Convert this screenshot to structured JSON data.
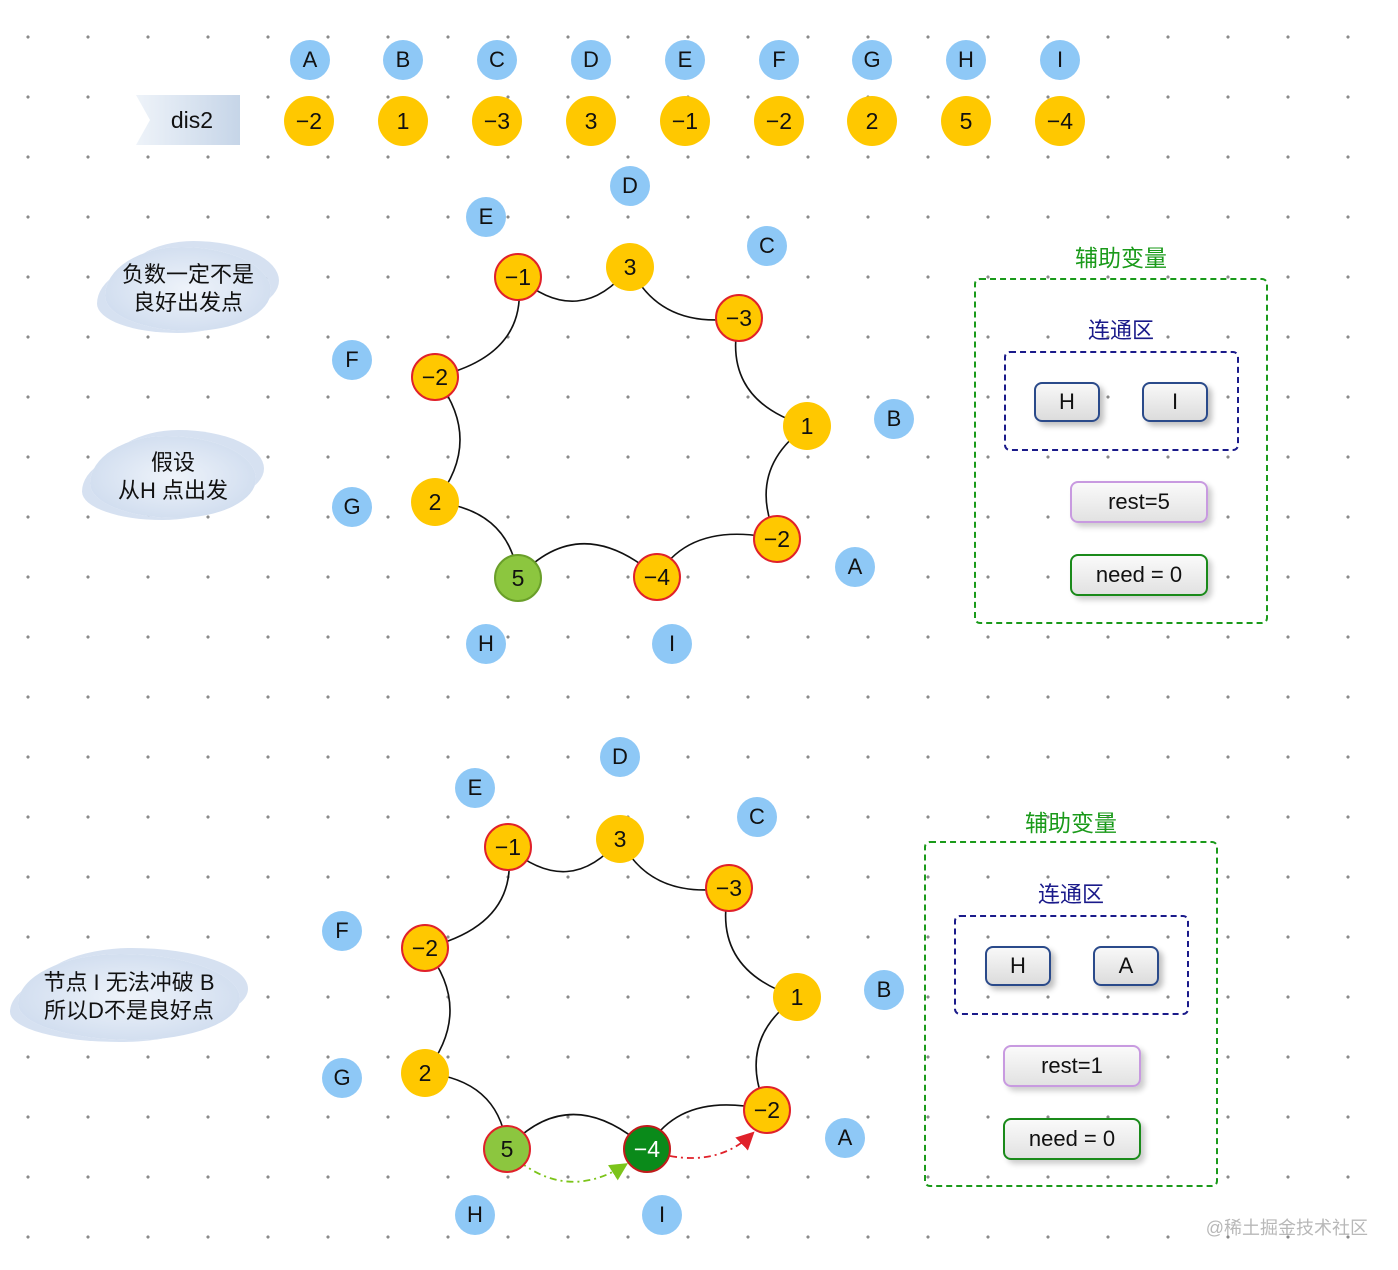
{
  "header": {
    "row_label": "dis2",
    "labels": [
      "A",
      "B",
      "C",
      "D",
      "E",
      "F",
      "G",
      "H",
      "I"
    ],
    "values": [
      "−2",
      "1",
      "−3",
      "3",
      "−1",
      "−2",
      "2",
      "5",
      "−4"
    ]
  },
  "ring_labels": [
    "D",
    "C",
    "B",
    "A",
    "I",
    "H",
    "G",
    "F",
    "E"
  ],
  "ring_values": [
    "3",
    "−3",
    "1",
    "−2",
    "−4",
    "5",
    "2",
    "−2",
    "−1"
  ],
  "diagram1": {
    "note": [
      "负数一定不是",
      "良好出发点"
    ],
    "note2": [
      "假设",
      "从H 点出发"
    ],
    "panel_title": "辅助变量",
    "region_title": "连通区",
    "region_items": [
      "H",
      "I"
    ],
    "rest": "rest=5",
    "need": "need = 0"
  },
  "diagram2": {
    "note": [
      "节点 I 无法冲破 B",
      "所以D不是良好点"
    ],
    "panel_title": "辅助变量",
    "region_title": "连通区",
    "region_items": [
      "H",
      "A"
    ],
    "rest": "rest=1",
    "need": "need = 0"
  },
  "watermark": "@稀土掘金技术社区",
  "colors": {
    "label_fill": "#8ec8f6",
    "value_fill": "#ffc800",
    "negative_border": "#e0212a",
    "start_fill": "#8cc63f",
    "current_fill": "#0a8a1a",
    "panel_border": "#1a9a1a",
    "region_border": "#1a1a8a"
  }
}
